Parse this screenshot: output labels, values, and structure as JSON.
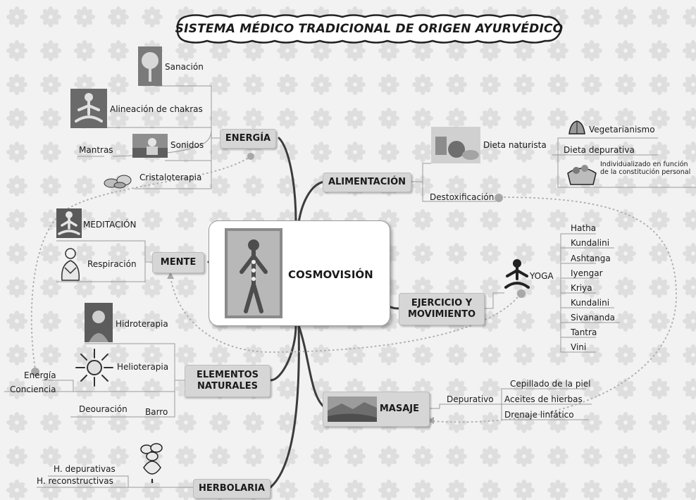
{
  "title": "SISTEMA MÉDICO TRADICIONAL DE ORIGEN AYURVÉDICO",
  "center": "COSMOVISIÓN",
  "energia": {
    "label": "ENERGÍA",
    "sanacion": "Sanación",
    "chakras": "Alineación de chakras",
    "sonidos": "Sonidos",
    "mantras": "Mantras",
    "cristaloterapia": "Cristaloterapia"
  },
  "mente": {
    "label": "MENTE",
    "meditacion": "MEDITACIÓN",
    "respiracion": "Respiración"
  },
  "elementos": {
    "label": "ELEMENTOS\nNATURALES",
    "hidroterapia": "Hidroterapia",
    "helioterapia": "Helioterapia",
    "energia": "Energía",
    "conciencia": "Conciencia",
    "deouracion": "Deouración",
    "barro": "Barro"
  },
  "herbolaria": {
    "label": "HERBOLARIA",
    "depurativas": "H. depurativas",
    "reconstructivas": "H. reconstructivas"
  },
  "alimentacion": {
    "label": "ALIMENTACIÓN",
    "dieta_naturista": "Dieta naturista",
    "vegetarianismo": "Vegetarianismo",
    "dieta_depurativa": "Dieta depurativa",
    "individualizado": "Individualizado en función de la constitución personal",
    "destoxificacion": "Destoxificación"
  },
  "ejercicio": {
    "label": "EJERCICIO Y\nMOVIMIENTO",
    "yoga": "YOGA",
    "types": [
      "Hatha",
      "Kundalini",
      "Ashtanga",
      "Iyengar",
      "Kriya",
      "Kundalini",
      "Sivananda",
      "Tantra",
      "Vini"
    ]
  },
  "masaje": {
    "label": "MASAJE",
    "depurativo": "Depurativo",
    "items": [
      "Cepillado de la piel",
      "Aceites de hierbas",
      "Drenaje linfático"
    ]
  },
  "colors": {
    "background": "#f2f2f2",
    "topic": "#d6d6d6",
    "branch": "#3c3c3c",
    "dotted": "#b0b0b0"
  }
}
